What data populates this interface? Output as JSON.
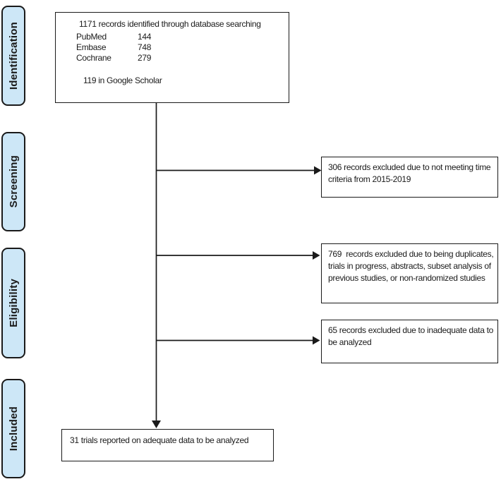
{
  "sidebar": {
    "stages": [
      {
        "label": "Identification"
      },
      {
        "label": "Screening"
      },
      {
        "label": "Eligibility"
      },
      {
        "label": "Included"
      }
    ]
  },
  "flow": {
    "identification_box": {
      "title": "1171 records identified through database searching",
      "sources": [
        {
          "name": "PubMed",
          "count": "144"
        },
        {
          "name": "Embase",
          "count": "748"
        },
        {
          "name": "Cochrane",
          "count": "279"
        }
      ],
      "google_scholar": "119 in Google Scholar"
    },
    "excluded_boxes": [
      {
        "text": "306 records excluded due to not meeting time criteria from 2015-2019"
      },
      {
        "text": "769  records excluded due to being duplicates, trials in progress, abstracts, subset analysis of previous studies, or non-randomized studies"
      },
      {
        "text": "65 records excluded due to inadequate data to be analyzed"
      }
    ],
    "included_box": {
      "text": "31 trials reported on adequate data to be analyzed"
    }
  },
  "colors": {
    "stage_fill": "#cde7f7",
    "border": "#1a1a1a",
    "line": "#1a1a1a",
    "bg": "#ffffff"
  }
}
